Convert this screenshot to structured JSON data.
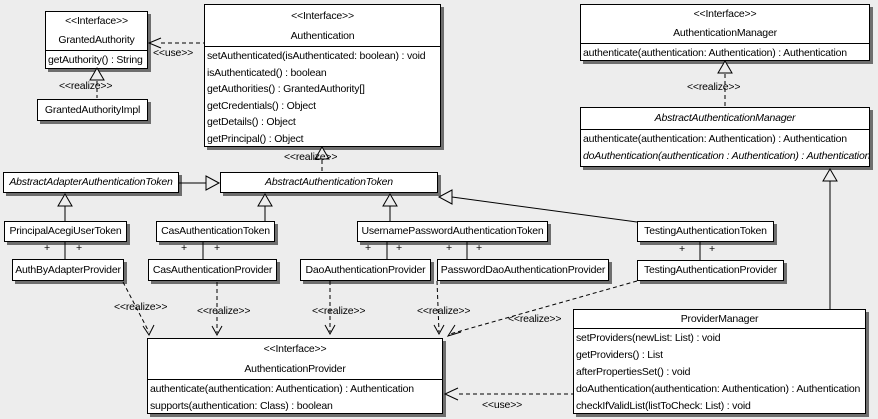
{
  "diagram": {
    "classes": {
      "granted_authority": {
        "stereotype": "<<Interface>>",
        "name": "GrantedAuthority",
        "methods": [
          "getAuthority() : String"
        ]
      },
      "granted_authority_impl": {
        "name": "GrantedAuthorityImpl"
      },
      "authentication": {
        "stereotype": "<<Interface>>",
        "name": "Authentication",
        "methods": [
          "setAuthenticated(isAuthenticated: boolean) : void",
          "isAuthenticated() : boolean",
          "getAuthorities() : GrantedAuthority[]",
          "getCredentials() : Object",
          "getDetails() : Object",
          "getPrincipal() : Object"
        ]
      },
      "authentication_manager": {
        "stereotype": "<<Interface>>",
        "name": "AuthenticationManager",
        "methods": [
          "authenticate(authentication: Authentication) : Authentication"
        ]
      },
      "abstract_authentication_manager": {
        "name": "AbstractAuthenticationManager",
        "methods": [
          "authenticate(authentication: Authentication) : Authentication",
          "doAuthentication(authentication : Authentication) : Authentication"
        ]
      },
      "abstract_adapter_authentication_token": {
        "name": "AbstractAdapterAuthenticationToken"
      },
      "abstract_authentication_token": {
        "name": "AbstractAuthenticationToken"
      },
      "principal_acegi_user_token": {
        "name": "PrincipalAcegiUserToken"
      },
      "cas_authentication_token": {
        "name": "CasAuthenticationToken"
      },
      "username_password_authentication_token": {
        "name": "UsernamePasswordAuthenticationToken"
      },
      "testing_authentication_token": {
        "name": "TestingAuthenticationToken"
      },
      "auth_by_adapter_provider": {
        "name": "AuthByAdapterProvider"
      },
      "cas_authentication_provider": {
        "name": "CasAuthenticationProvider"
      },
      "dao_authentication_provider": {
        "name": "DaoAuthenticationProvider"
      },
      "password_dao_authentication_provider": {
        "name": "PasswordDaoAuthenticationProvider"
      },
      "testing_authentication_provider": {
        "name": "TestingAuthenticationProvider"
      },
      "authentication_provider": {
        "stereotype": "<<Interface>>",
        "name": "AuthenticationProvider",
        "methods": [
          "authenticate(authentication: Authentication) : Authentication",
          "supports(authentication: Class) : boolean"
        ]
      },
      "provider_manager": {
        "name": "ProviderManager",
        "methods": [
          "setProviders(newList: List) : void",
          "getProviders() : List",
          "afterPropertiesSet() : void",
          "doAuthentication(authentication: Authentication) : Authentication",
          "checkIfValidList(listToCheck: List) : void"
        ]
      }
    },
    "edge_labels": {
      "use": "<<use>>",
      "realize": "<<realize>>",
      "plus": "+"
    },
    "colors": {
      "background": "#ededed",
      "box_fill": "#ffffff",
      "line": "#000000",
      "shadow": "#6e6e6e"
    }
  }
}
